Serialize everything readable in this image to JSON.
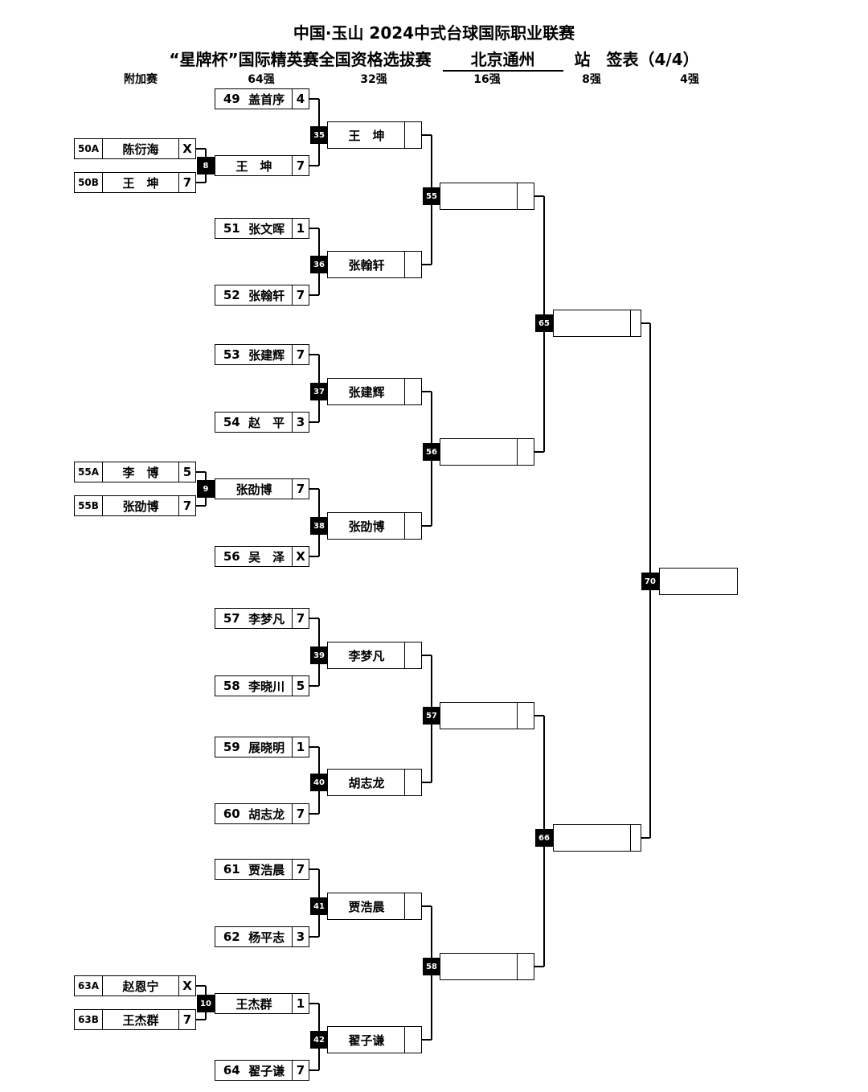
{
  "header": {
    "line1": "中国·玉山 2024中式台球国际职业联赛",
    "line2_prefix": "“星牌杯”国际精英赛全国资格选拔赛",
    "station": "北京通州",
    "line2_suffix": "站　签表（4/4）"
  },
  "rounds": [
    "附加赛",
    "64强",
    "32强",
    "16强",
    "8强",
    "4强"
  ],
  "playin": [
    {
      "match": "8",
      "a": {
        "seed": "50A",
        "name": "陈衍海",
        "score": "X"
      },
      "b": {
        "seed": "50B",
        "name": "王　坤",
        "score": "7"
      }
    },
    {
      "match": "9",
      "a": {
        "seed": "55A",
        "name": "李　博",
        "score": "5"
      },
      "b": {
        "seed": "55B",
        "name": "张劭博",
        "score": "7"
      }
    },
    {
      "match": "10",
      "a": {
        "seed": "63A",
        "name": "赵恩宁",
        "score": "X"
      },
      "b": {
        "seed": "63B",
        "name": "王杰群",
        "score": "7"
      }
    }
  ],
  "r64": [
    {
      "seed": "49",
      "name": "盖首序",
      "score": "4"
    },
    {
      "seed": "",
      "name": "王　坤",
      "score": "7"
    },
    {
      "seed": "51",
      "name": "张文晖",
      "score": "1"
    },
    {
      "seed": "52",
      "name": "张翰轩",
      "score": "7"
    },
    {
      "seed": "53",
      "name": "张建辉",
      "score": "7"
    },
    {
      "seed": "54",
      "name": "赵　平",
      "score": "3"
    },
    {
      "seed": "",
      "name": "张劭博",
      "score": "7"
    },
    {
      "seed": "56",
      "name": "吴　泽",
      "score": "X"
    },
    {
      "seed": "57",
      "name": "李梦凡",
      "score": "7"
    },
    {
      "seed": "58",
      "name": "李晓川",
      "score": "5"
    },
    {
      "seed": "59",
      "name": "展晓明",
      "score": "1"
    },
    {
      "seed": "60",
      "name": "胡志龙",
      "score": "7"
    },
    {
      "seed": "61",
      "name": "贾浩晨",
      "score": "7"
    },
    {
      "seed": "62",
      "name": "杨平志",
      "score": "3"
    },
    {
      "seed": "",
      "name": "王杰群",
      "score": "1"
    },
    {
      "seed": "64",
      "name": "翟子谦",
      "score": "7"
    }
  ],
  "r32": [
    {
      "match": "35",
      "name": "王　坤",
      "score": ""
    },
    {
      "match": "36",
      "name": "张翰轩",
      "score": ""
    },
    {
      "match": "37",
      "name": "张建辉",
      "score": ""
    },
    {
      "match": "38",
      "name": "张劭博",
      "score": ""
    },
    {
      "match": "39",
      "name": "李梦凡",
      "score": ""
    },
    {
      "match": "40",
      "name": "胡志龙",
      "score": ""
    },
    {
      "match": "41",
      "name": "贾浩晨",
      "score": ""
    },
    {
      "match": "42",
      "name": "翟子谦",
      "score": ""
    }
  ],
  "r16": [
    {
      "match": "55",
      "name": "",
      "score": ""
    },
    {
      "match": "56",
      "name": "",
      "score": ""
    },
    {
      "match": "57",
      "name": "",
      "score": ""
    },
    {
      "match": "58",
      "name": "",
      "score": ""
    }
  ],
  "r8": [
    {
      "match": "65",
      "name": "",
      "score": ""
    },
    {
      "match": "66",
      "name": "",
      "score": ""
    }
  ],
  "r4": [
    {
      "match": "70",
      "name": ""
    }
  ]
}
